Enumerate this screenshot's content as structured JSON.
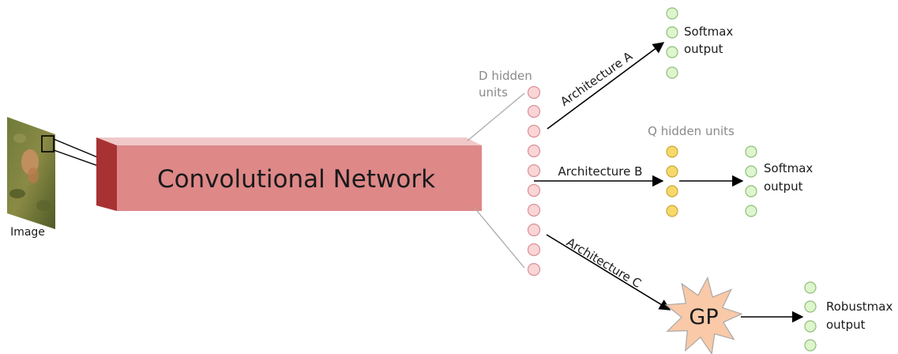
{
  "input": {
    "label": "Image"
  },
  "network": {
    "label": "Convolutional Network"
  },
  "hidden": {
    "label_line1": "D hidden",
    "label_line2": "units"
  },
  "branches": {
    "a": {
      "label": "Architecture A",
      "output_line1": "Softmax",
      "output_line2": "output"
    },
    "b": {
      "label": "Architecture B",
      "q_label": "Q hidden units",
      "output_line1": "Softmax",
      "output_line2": "output"
    },
    "c": {
      "label": "Architecture C",
      "gp_label": "GP",
      "output_line1": "Robustmax",
      "output_line2": "output"
    }
  },
  "colors": {
    "network_face": "#de8888",
    "network_top": "#f0c8c8",
    "network_side": "#a83232",
    "hidden_node_fill": "#fad5d7",
    "hidden_node_stroke": "#d99096",
    "q_node_fill": "#f7d86a",
    "q_node_stroke": "#c9a93a",
    "output_node_fill": "#def5cd",
    "output_node_stroke": "#8fbf7a",
    "gp_fill": "#f9c9a8",
    "gp_stroke": "#a8a8a8"
  }
}
